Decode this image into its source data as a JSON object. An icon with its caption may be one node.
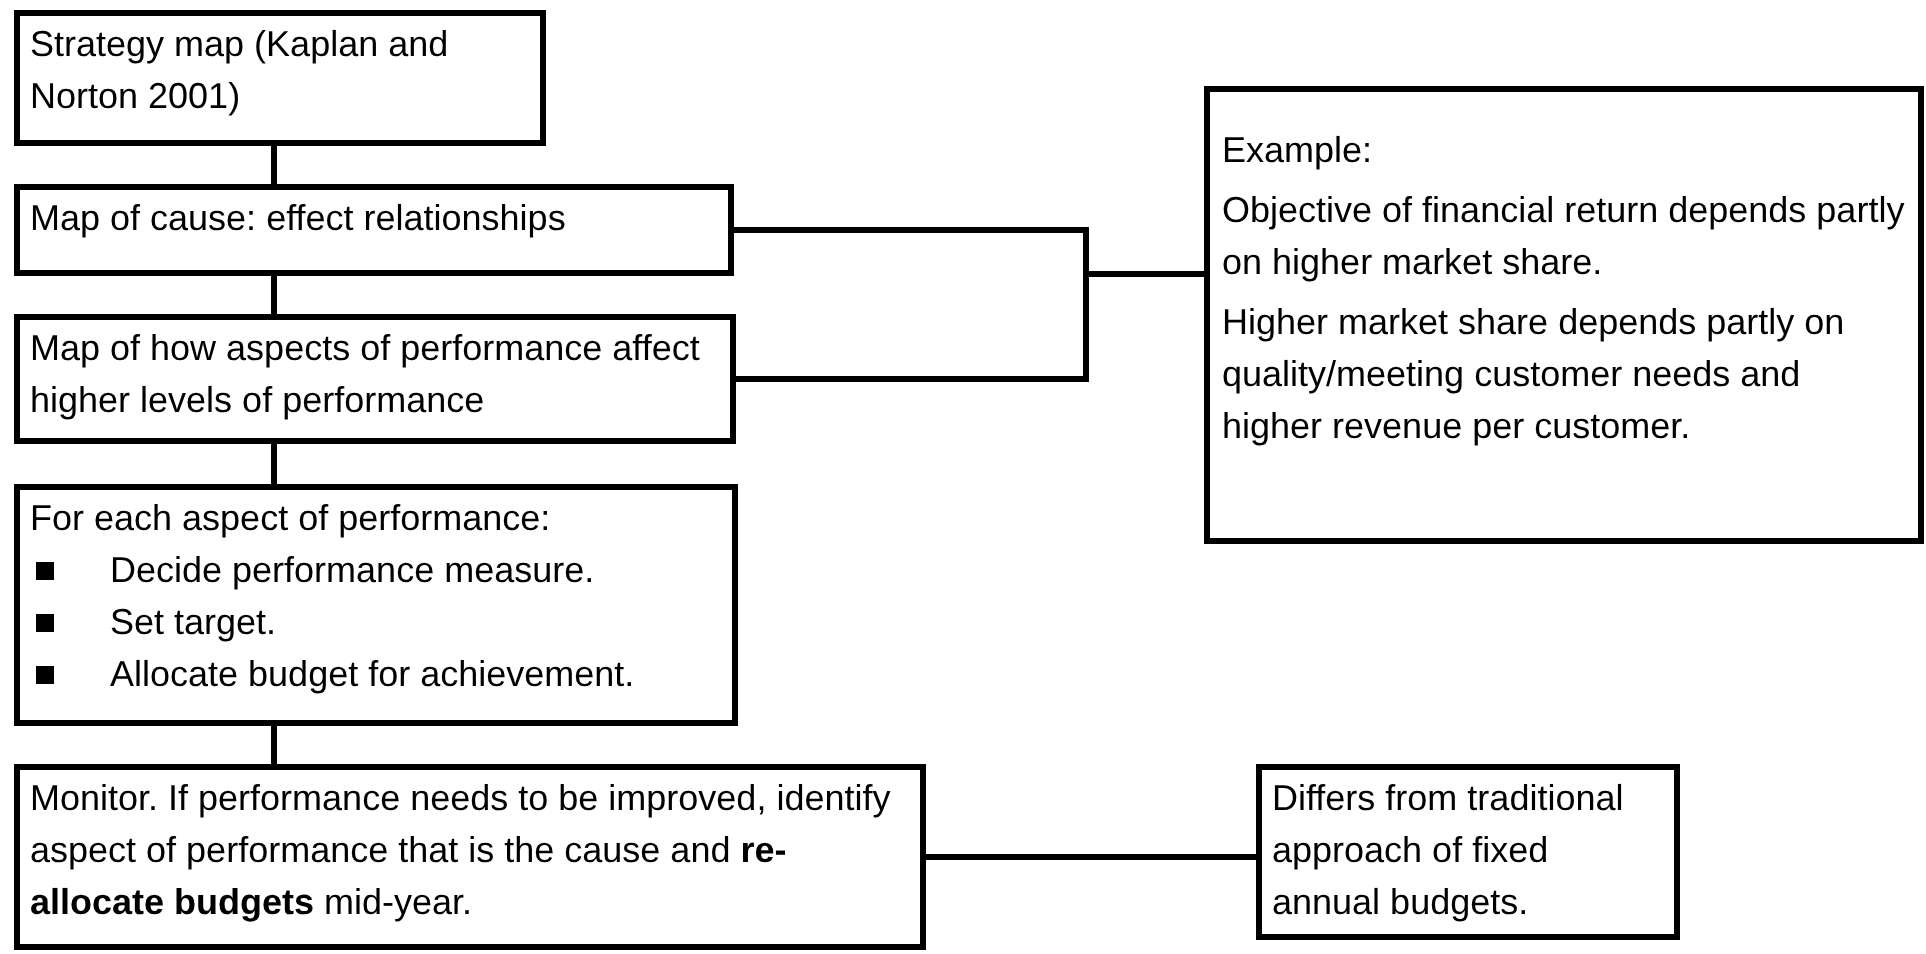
{
  "diagram": {
    "nodes": [
      {
        "text": [
          "Strategy map (Kaplan and Norton 2001)"
        ]
      },
      {
        "text": [
          "Map of cause: effect relationships"
        ]
      },
      {
        "text": [
          "Map of how aspects of performance affect higher levels of performance"
        ]
      },
      {
        "text": [
          "For each aspect of performance:",
          "Decide performance measure.",
          "Set target.",
          "Allocate budget for achievement."
        ]
      },
      {
        "text": [
          "Monitor. If performance needs to be improved, identify aspect of performance that is the cause and **re-allocate budgets** mid-year."
        ]
      },
      {
        "text": [
          "Example:",
          "Objective of financial return depends partly on higher market share.",
          "Higher market share depends partly on quality/meeting customer needs and higher revenue per customer."
        ]
      },
      {
        "text": [
          "Differs from traditional approach of fixed annual budgets."
        ]
      }
    ],
    "edges": [
      {
        "from": 0,
        "to": 1,
        "arrow": "none"
      },
      {
        "from": 1,
        "to": 2,
        "arrow": "none"
      },
      {
        "from": 2,
        "to": 3,
        "arrow": "none"
      },
      {
        "from": 3,
        "to": 4,
        "arrow": "none"
      },
      {
        "from": 1,
        "to": 5,
        "arrow": "none"
      },
      {
        "from": 2,
        "to": 5,
        "arrow": "none"
      },
      {
        "from": 4,
        "to": 6,
        "arrow": "none"
      }
    ]
  }
}
